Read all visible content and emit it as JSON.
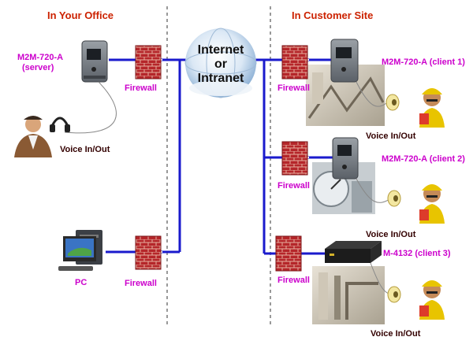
{
  "sections": {
    "office_title": "In Your Office",
    "customer_title": "In Customer Site"
  },
  "cloud": {
    "line1": "Internet",
    "line2": "or",
    "line3": "Intranet"
  },
  "office": {
    "server_name": "M2M-720-A",
    "server_role": "(server)",
    "voice_label": "Voice In/Out",
    "pc_label": "PC",
    "firewall_top": "Firewall",
    "firewall_bottom": "Firewall"
  },
  "customer": {
    "client1": {
      "name": "M2M-720-A (client 1)",
      "firewall": "Firewall",
      "voice": "Voice In/Out"
    },
    "client2": {
      "name": "M2M-720-A (client 2)",
      "firewall": "Firewall",
      "voice": "Voice In/Out"
    },
    "client3": {
      "name": "M-4132 (client 3)",
      "firewall": "Firewall",
      "voice": "Voice In/Out"
    }
  },
  "colors": {
    "network_line": "#1a1acc",
    "label_magenta": "#cc00cc",
    "title_red": "#cc2200",
    "voice_text": "#330000",
    "firewall_brick": "#b5262a"
  },
  "icons": [
    "server-device-icon",
    "firewall-icon",
    "globe-cloud-icon",
    "headset-icon",
    "person-icon",
    "pc-icon",
    "factory-photo",
    "worker-icon",
    "speaker-icon",
    "gateway-box-icon"
  ]
}
